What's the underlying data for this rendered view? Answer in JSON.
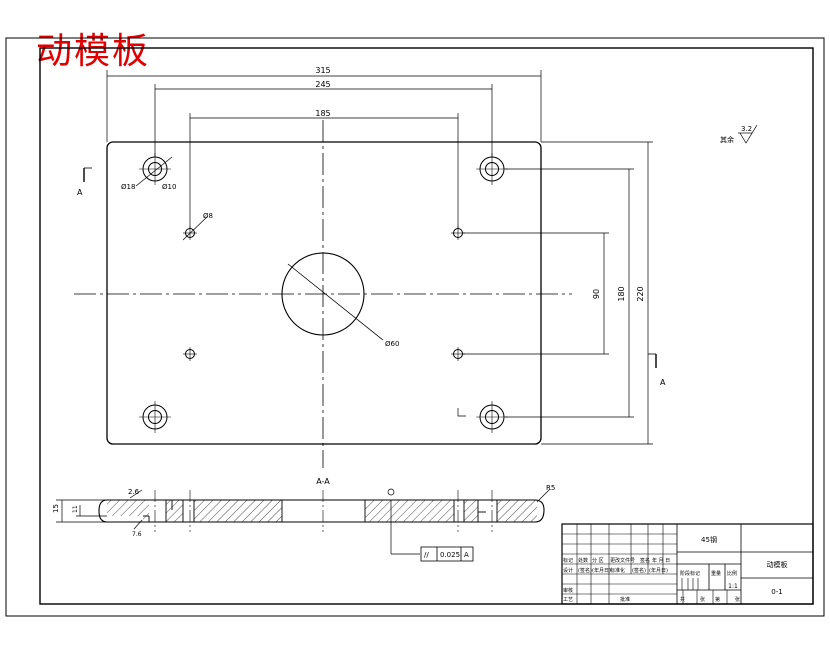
{
  "title": "动模板",
  "view_labels": {
    "section_mark": "A",
    "section_title": "A-A"
  },
  "dimensions": {
    "overall_width": "315",
    "hole_span_width": "245",
    "inner_span_width": "185",
    "inner_height": "90",
    "hole_span_height": "180",
    "overall_height": "220",
    "counterbore_dia": "Ø18",
    "bolt_hole_dia": "Ø10",
    "small_hole_dia": "Ø8",
    "center_hole_dia": "Ø60",
    "thickness": "15",
    "edge_radius": "R5",
    "step_note": "2.6",
    "step_note_2": "7.6",
    "step_depth": "11"
  },
  "surface_finish": {
    "label": "其余",
    "value": "3.2"
  },
  "geometric_tolerance": {
    "symbol": "//",
    "value": "0.025",
    "datum": "A"
  },
  "title_block": {
    "material": "45钢",
    "part_name": "动模板",
    "drawing_number": "0-1",
    "scale_value": "1:1",
    "cells": [
      "标记",
      "处数",
      "分 区",
      "更改文件号",
      "签名",
      "年 月 日",
      "设计",
      "(签名)",
      "(年月日)",
      "标准化",
      "(签名)",
      "(年月日)",
      "阶段标记",
      "重量",
      "比例",
      "审核",
      "工艺",
      "批准",
      "共",
      "张",
      "第",
      "张"
    ]
  }
}
